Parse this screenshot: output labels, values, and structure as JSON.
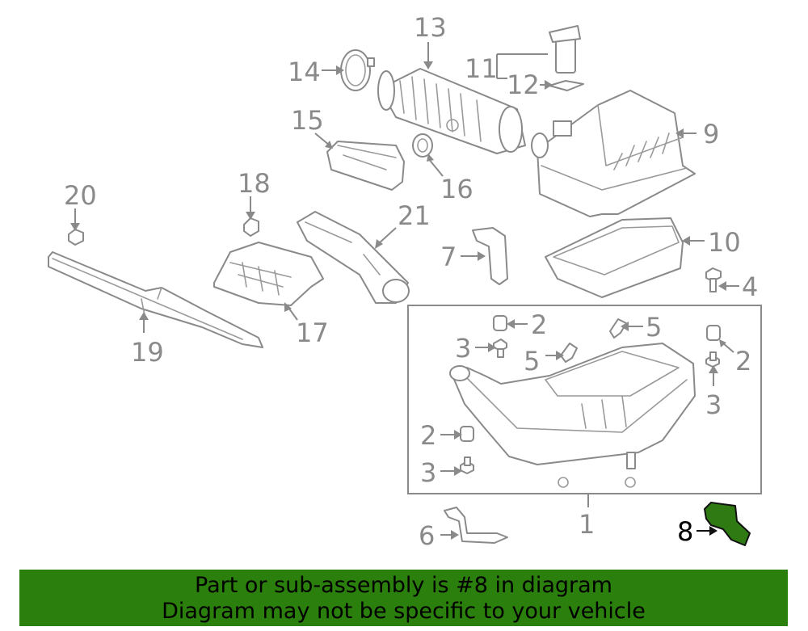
{
  "diagram": {
    "labels": {
      "p1": "1",
      "p2a": "2",
      "p2b": "2",
      "p2c": "2",
      "p3a": "3",
      "p3b": "3",
      "p3c": "3",
      "p4": "4",
      "p5a": "5",
      "p5b": "5",
      "p6": "6",
      "p7": "7",
      "p8": "8",
      "p9": "9",
      "p10": "10",
      "p11": "11",
      "p12": "12",
      "p13": "13",
      "p14": "14",
      "p15": "15",
      "p16": "16",
      "p17": "17",
      "p18": "18",
      "p19": "19",
      "p20": "20",
      "p21": "21"
    },
    "highlight_part": "8",
    "colors": {
      "highlight_fill": "#2f7a12",
      "banner_bg": "#2a7f0d",
      "line_gray": "#8a8a8a"
    }
  },
  "banner": {
    "line1": "Part or sub-assembly is #8 in diagram",
    "line2": "Diagram may not be specific to your vehicle"
  }
}
